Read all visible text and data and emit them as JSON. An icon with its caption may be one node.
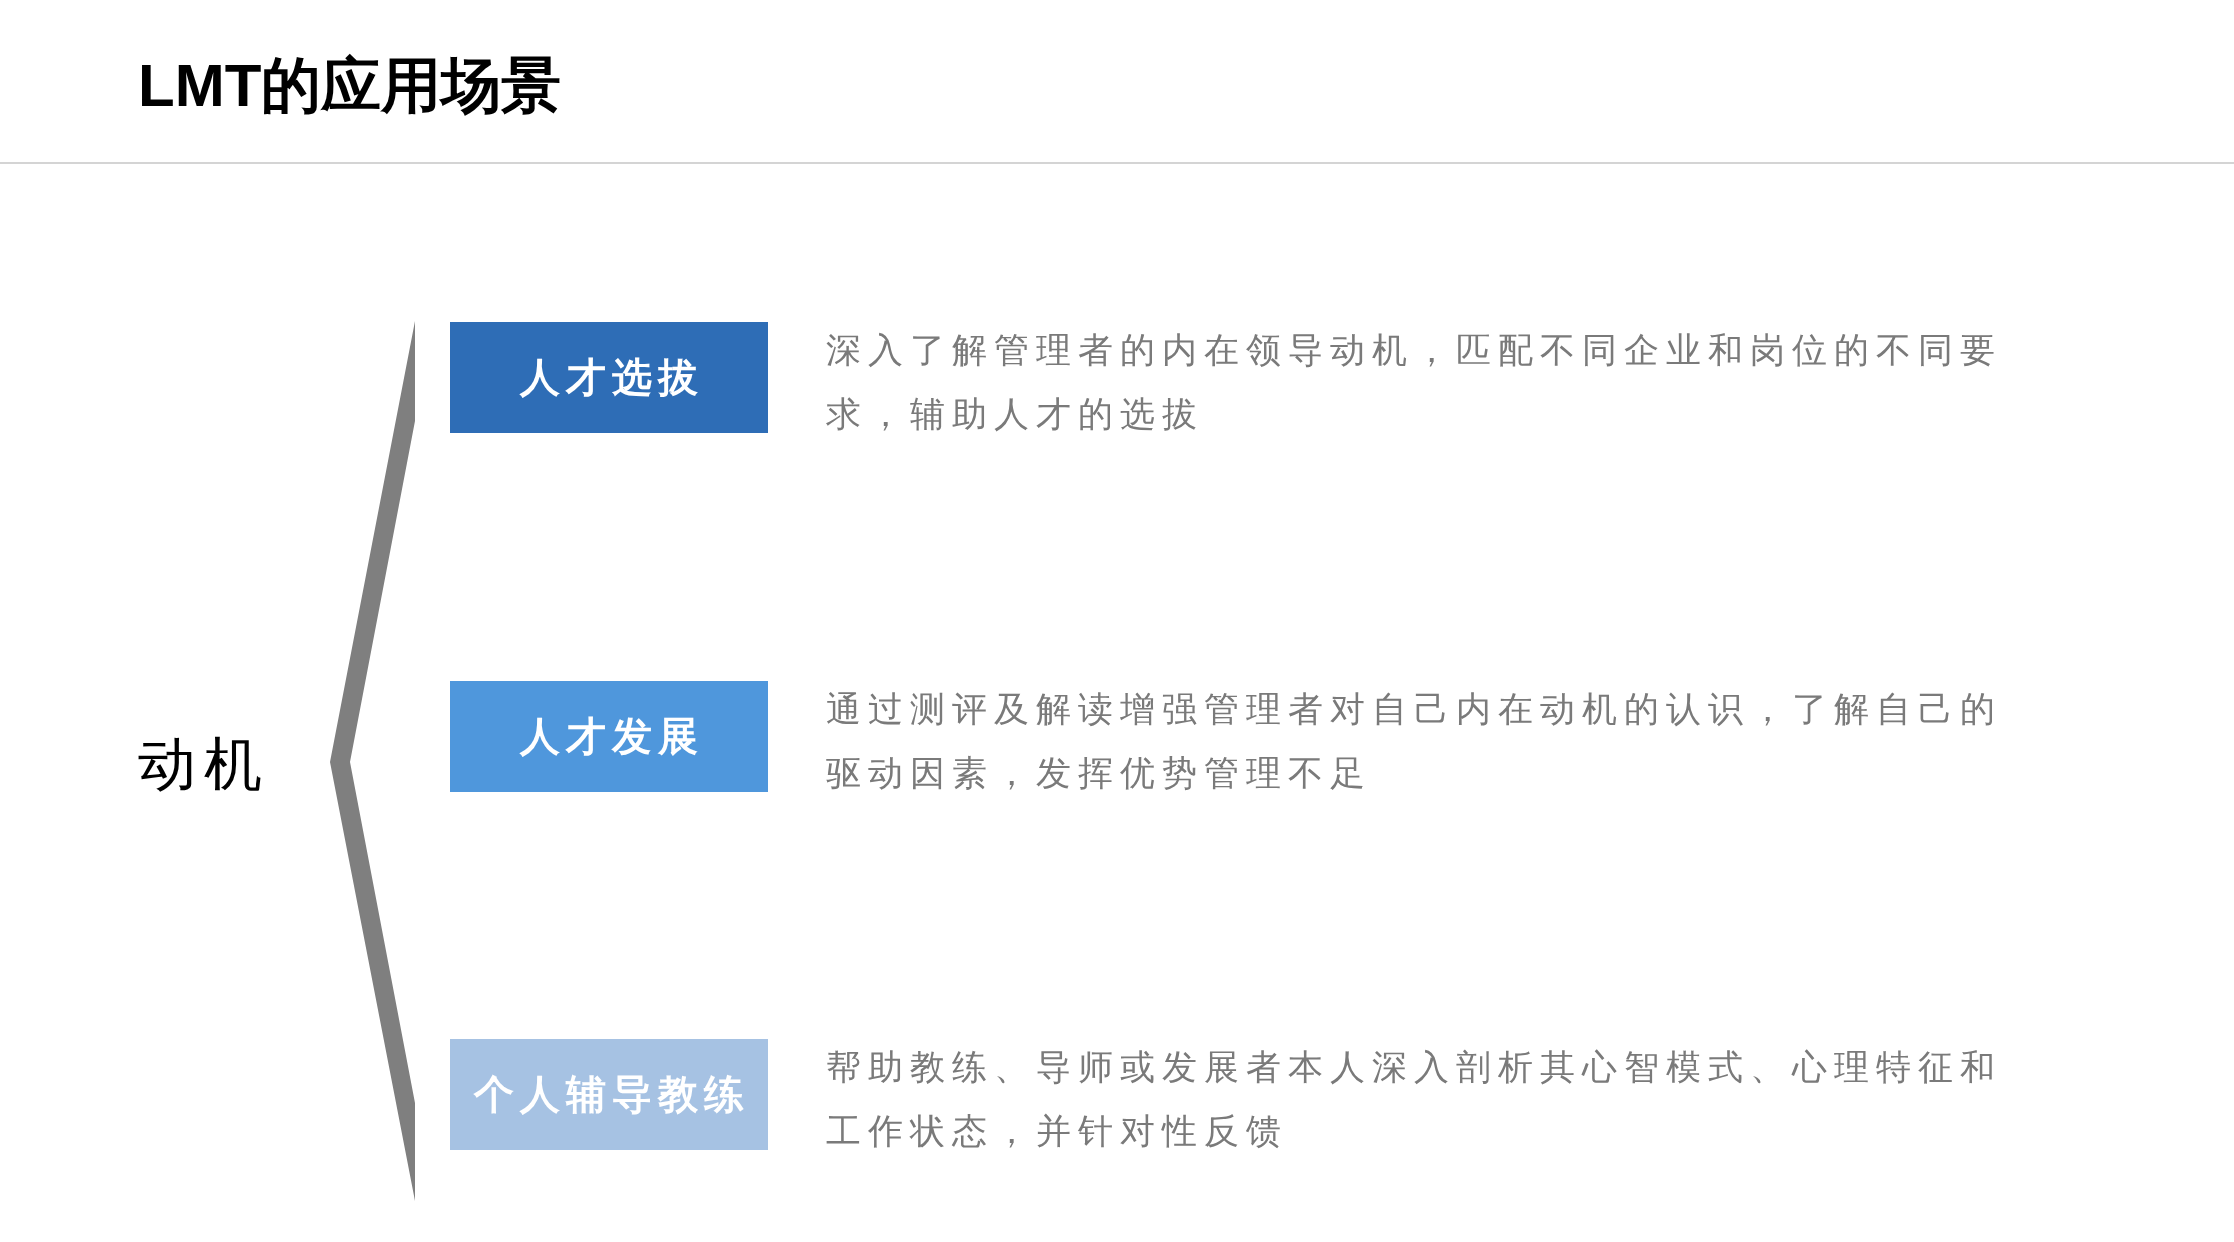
{
  "diagram": {
    "title": "LMT的应用场景",
    "nodes": [
      {
        "text": [],
        "shape": "chevron"
      },
      {
        "text": [
          "人才选拔"
        ],
        "beside": [
          "深入了解管理者的内在领导动机，匹配不同企业和岗位的不同要求，辅助人才的选拔"
        ]
      },
      {
        "text": [
          "人才发展"
        ],
        "beside": [
          "通过测评及解读增强管理者对自己内在动机的认识，了解自己的驱动因素，发挥优势管理不足"
        ]
      },
      {
        "text": [
          "个人辅导教练"
        ],
        "beside": [
          "帮助教练、导师或发展者本人深入剖析其心智模式、心理特征和工作状态，并针对性反馈"
        ]
      }
    ],
    "labels": [
      "动机"
    ]
  }
}
